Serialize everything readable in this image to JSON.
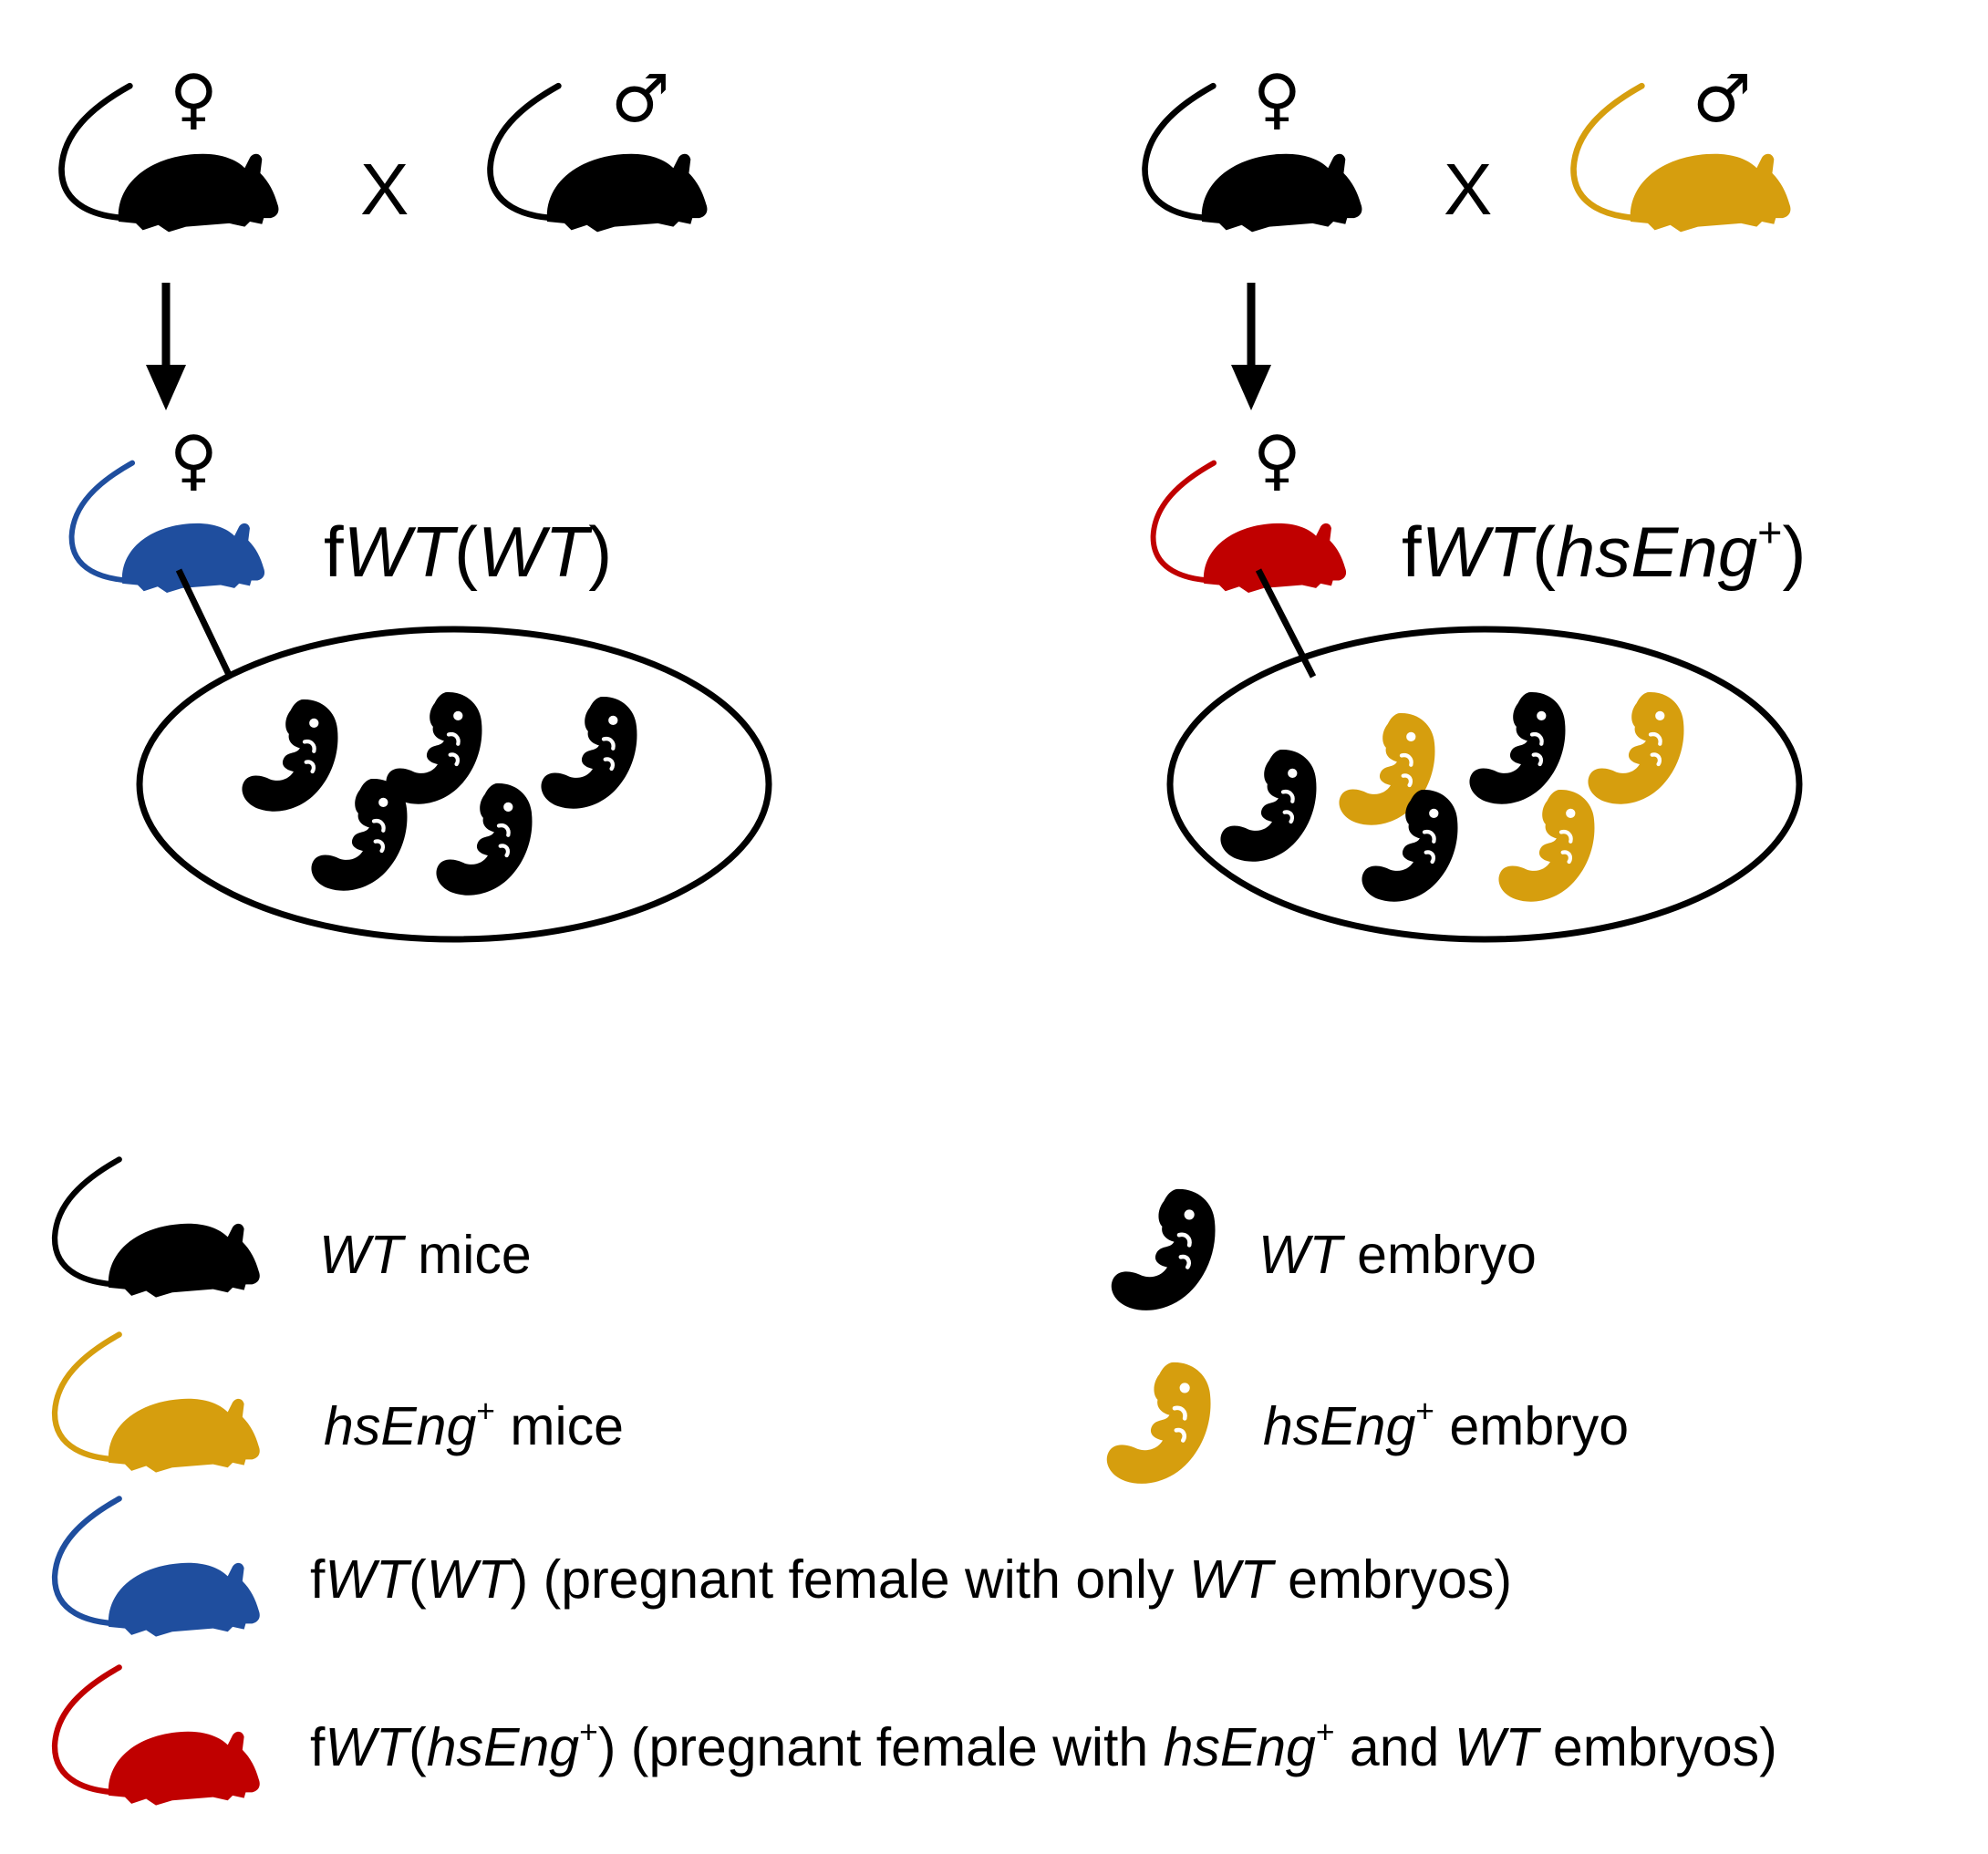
{
  "colors": {
    "wt": "#000000",
    "hseng": "#D69E0E",
    "fwt_wt": "#1F4E9E",
    "fwt_hseng": "#C00000"
  },
  "symbols": {
    "female": "♀",
    "male": "♂",
    "cross": "X"
  },
  "crosses": {
    "left": {
      "result_prefix": "f",
      "result_italic_1": "WT",
      "result_paren_open": "(",
      "result_italic_2": "WT",
      "result_paren_close": ")"
    },
    "right": {
      "result_prefix": "f",
      "result_italic_1": "WT",
      "result_paren_open": "(",
      "result_italic_2": "hsEng",
      "result_sup": "+",
      "result_paren_close": ")"
    }
  },
  "legend": {
    "wt_mice": {
      "italic": "WT",
      "text": " mice"
    },
    "hseng_mice": {
      "italic": "hsEng",
      "sup": "+",
      "text": " mice"
    },
    "wt_embryo": {
      "italic": "WT",
      "text": " embryo"
    },
    "hseng_embryo": {
      "italic": "hsEng",
      "sup": "+",
      "text": " embryo"
    },
    "fwt_wt": {
      "p1": "f",
      "i1": "WT",
      "p2": "(",
      "i2": "WT",
      "p3": ") (pregnant female with only ",
      "i3": "WT",
      "p4": " embryos)"
    },
    "fwt_hseng": {
      "p1": "f",
      "i1": "WT",
      "p2": "(",
      "i2": "hsEng",
      "sup": "+",
      "p3": ") (pregnant female with ",
      "i3": "hsEng",
      "sup2": "+",
      "p4": " and ",
      "i4": "WT",
      "p5": " embryos)"
    }
  }
}
